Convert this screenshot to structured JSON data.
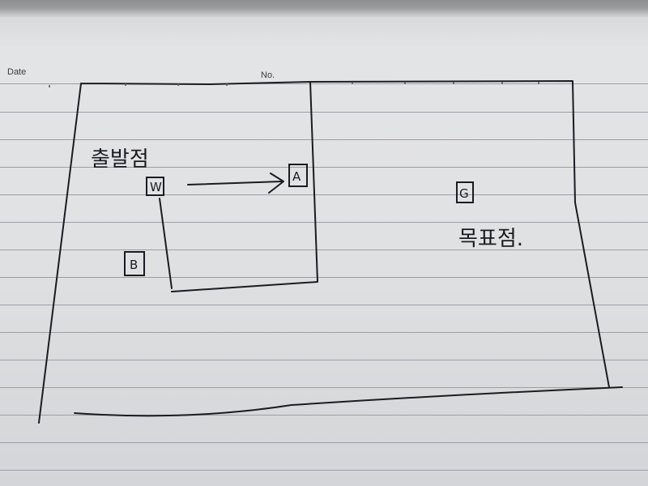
{
  "header": {
    "date_label": "Date",
    "no_label": "No."
  },
  "diagram": {
    "start_label": "출발점",
    "goal_label": "목표점.",
    "node_start": "W",
    "node_a": "A",
    "node_b": "B",
    "node_goal": "G"
  },
  "colors": {
    "ink": "#1b1b22",
    "rule_line": "#9c9fa6",
    "paper": "#e1e2e4"
  }
}
